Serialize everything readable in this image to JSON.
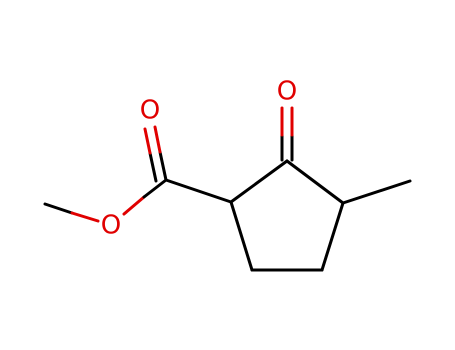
{
  "molecule": {
    "colors": {
      "carbon_bond": "#000000",
      "oxygen": "#e00000"
    },
    "atoms": [
      {
        "id": "o_carbonyl_ester",
        "label": "O",
        "element": "O"
      },
      {
        "id": "o_ketone",
        "label": "O",
        "element": "O"
      },
      {
        "id": "o_ether",
        "label": "O",
        "element": "O"
      }
    ]
  }
}
